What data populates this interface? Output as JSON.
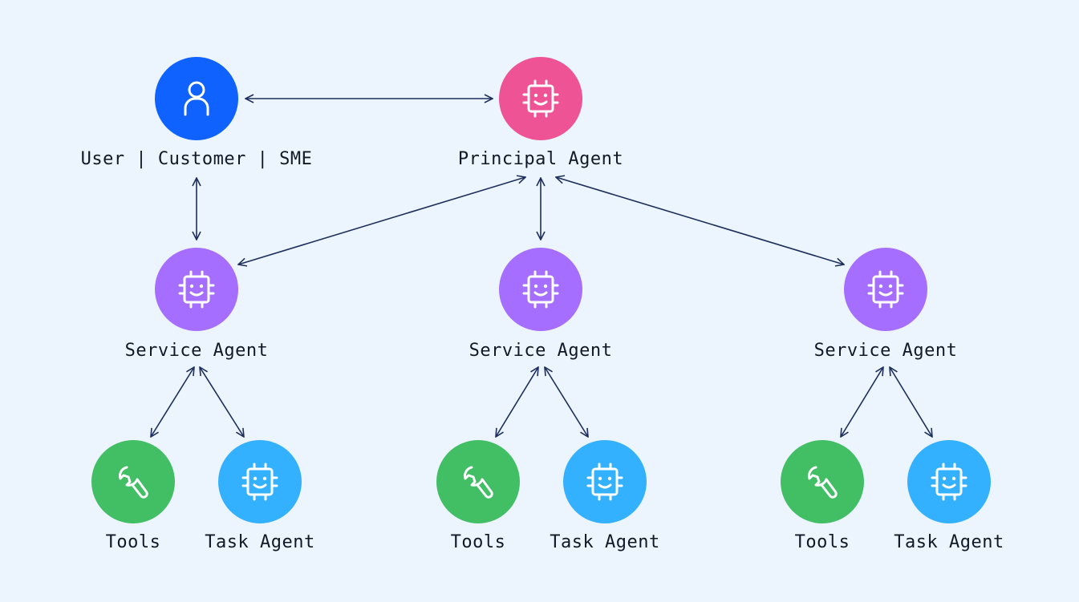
{
  "colors": {
    "background": "#ecf4fd",
    "user": "#0f62fe",
    "principal": "#ee5396",
    "service": "#a56eff",
    "tools": "#42be65",
    "task": "#33b1ff",
    "arrow": "#1c2f5c"
  },
  "nodes": {
    "user": {
      "label": "User | Customer | SME",
      "icon": "user-icon"
    },
    "principal": {
      "label": "Principal Agent",
      "icon": "robot-icon"
    },
    "service_1": {
      "label": "Service Agent",
      "icon": "robot-icon"
    },
    "service_2": {
      "label": "Service Agent",
      "icon": "robot-icon"
    },
    "service_3": {
      "label": "Service Agent",
      "icon": "robot-icon"
    },
    "tools_1": {
      "label": "Tools",
      "icon": "wrench-icon"
    },
    "task_1": {
      "label": "Task Agent",
      "icon": "robot-icon"
    },
    "tools_2": {
      "label": "Tools",
      "icon": "wrench-icon"
    },
    "task_2": {
      "label": "Task Agent",
      "icon": "robot-icon"
    },
    "tools_3": {
      "label": "Tools",
      "icon": "wrench-icon"
    },
    "task_3": {
      "label": "Task Agent",
      "icon": "robot-icon"
    }
  },
  "connections": [
    [
      "user",
      "principal"
    ],
    [
      "user",
      "service_1"
    ],
    [
      "principal",
      "service_1"
    ],
    [
      "principal",
      "service_2"
    ],
    [
      "principal",
      "service_3"
    ],
    [
      "service_1",
      "tools_1"
    ],
    [
      "service_1",
      "task_1"
    ],
    [
      "service_2",
      "tools_2"
    ],
    [
      "service_2",
      "task_2"
    ],
    [
      "service_3",
      "tools_3"
    ],
    [
      "service_3",
      "task_3"
    ]
  ]
}
